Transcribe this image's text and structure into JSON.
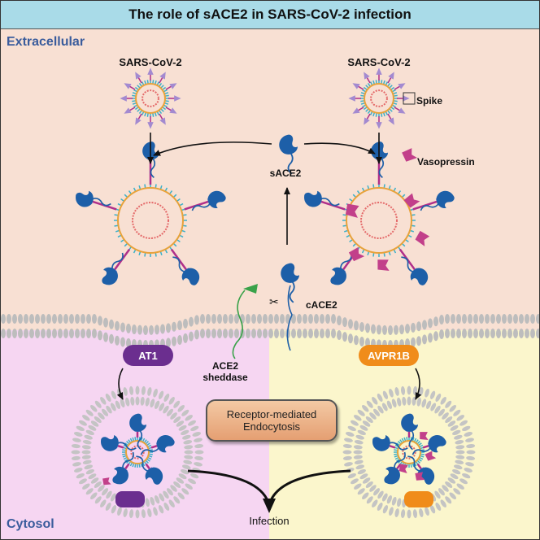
{
  "title": "The role of sACE2 in SARS-CoV-2 infection",
  "zones": {
    "extracellular": "Extracellular",
    "cytosol": "Cytosol"
  },
  "virus_labels": {
    "left": "SARS-CoV-2",
    "right": "SARS-CoV-2"
  },
  "labels": {
    "spike": "Spike",
    "vasopressin": "Vasopressin",
    "sace2": "sACE2",
    "cace2": "cACE2",
    "sheddase_line1": "ACE2",
    "sheddase_line2": "sheddase",
    "infection": "Infection"
  },
  "receptors": {
    "left": "AT1",
    "right": "AVPR1B"
  },
  "endocytosis": {
    "line1": "Receptor-mediated",
    "line2": "Endocytosis"
  },
  "colors": {
    "title_bg": "#a9dbe8",
    "extracellular_bg": "#f8e0d3",
    "cytosol_left_bg": "#f6d6f2",
    "cytosol_right_bg": "#fbf6cc",
    "at1": "#6b2e8f",
    "avpr1b": "#f08c1a",
    "ace2": "#1d5fa8",
    "sheddase": "#3aa24a",
    "vasopressin": "#c2408a"
  }
}
